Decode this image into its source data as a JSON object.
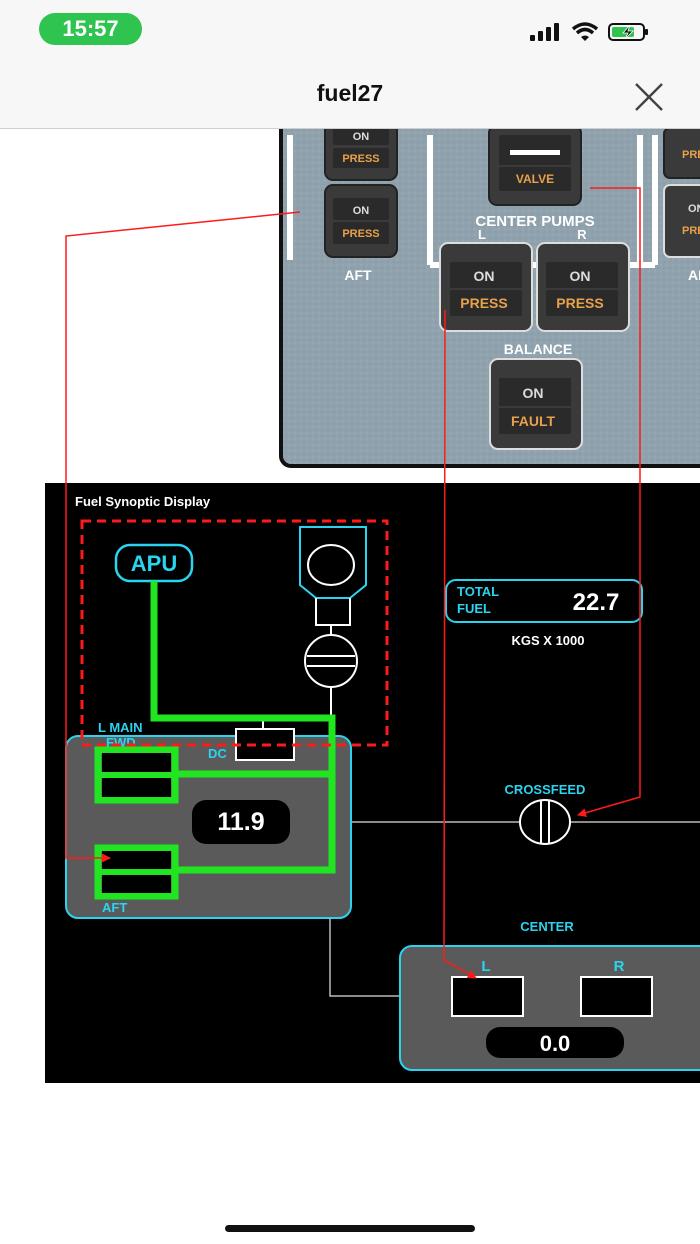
{
  "status_bar": {
    "time": "15:57"
  },
  "nav": {
    "title": "fuel27"
  },
  "panel": {
    "top_left_labels": [
      "ON",
      "PRESS"
    ],
    "aft_switch": {
      "on": "ON",
      "press": "PRESS"
    },
    "aft_label": "AFT",
    "valve_label": "VALVE",
    "center_pumps_label": "CENTER PUMPS",
    "center_pump_l_label": "L",
    "center_pump_r_label": "R",
    "left_pump": {
      "on": "ON",
      "press": "PRESS"
    },
    "right_pump": {
      "on": "ON",
      "press": "PRESS"
    },
    "balance_label": "BALANCE",
    "balance_switch": {
      "on": "ON",
      "fault": "FAULT"
    },
    "right_edge_labels": [
      "PRE",
      "ON",
      "PRE",
      "AI"
    ]
  },
  "synoptic": {
    "title": "Fuel Synoptic Display",
    "apu_label": "APU",
    "total_fuel_label_1": "TOTAL",
    "total_fuel_label_2": "FUEL",
    "total_fuel_value": "22.7",
    "units_label": "KGS X 1000",
    "l_main_label": "L MAIN",
    "fwd_label": "FWD",
    "dc_label": "DC",
    "l_main_value": "11.9",
    "aft_label": "AFT",
    "crossfeed_label": "CROSSFEED",
    "center_label": "CENTER",
    "center_l_label": "L",
    "center_r_label": "R",
    "center_value": "0.0"
  },
  "colors": {
    "accent_cyan": "#2ad4f0",
    "fuel_green": "#22e522",
    "annotation_red": "#ff1a1a",
    "panel_gray": "#8fa2ad",
    "amber": "#e8a14a"
  }
}
